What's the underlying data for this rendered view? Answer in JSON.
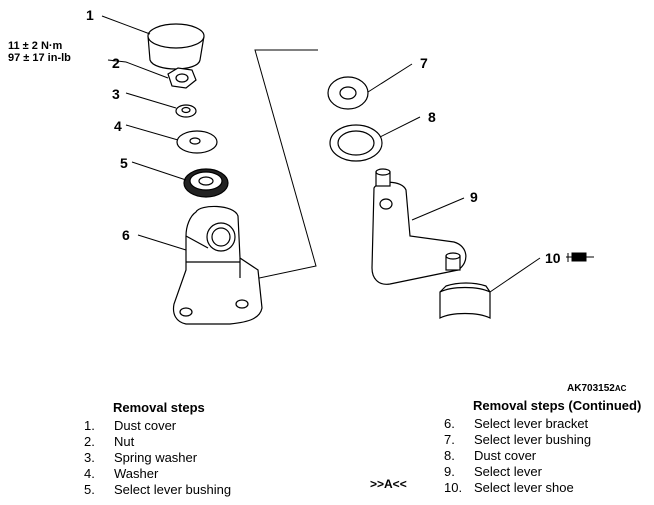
{
  "figure_id": "AK703152",
  "figure_id_suffix": "AC",
  "torque": {
    "line1": "11 ± 2 N·m",
    "line2": "97 ± 17 in-lb"
  },
  "callouts": [
    "1",
    "2",
    "3",
    "4",
    "5",
    "6",
    "7",
    "8",
    "9",
    "10"
  ],
  "removal_steps": {
    "heading": "Removal steps",
    "items": [
      {
        "num": "1.",
        "label": "Dust cover"
      },
      {
        "num": "2.",
        "label": "Nut"
      },
      {
        "num": "3.",
        "label": "Spring washer"
      },
      {
        "num": "4.",
        "label": "Washer"
      },
      {
        "num": "5.",
        "label": "Select lever bushing"
      }
    ]
  },
  "removal_steps_continued": {
    "heading": "Removal steps (Continued)",
    "items": [
      {
        "num": "6.",
        "label": "Select lever bracket"
      },
      {
        "num": "7.",
        "label": "Select lever bushing"
      },
      {
        "num": "8.",
        "label": "Dust cover"
      },
      {
        "num": "9.",
        "label": "Select lever"
      },
      {
        "num": "10.",
        "label": "Select lever shoe"
      }
    ]
  },
  "marker": ">>A<<",
  "icons": {
    "grease": "grease-gun-icon"
  }
}
